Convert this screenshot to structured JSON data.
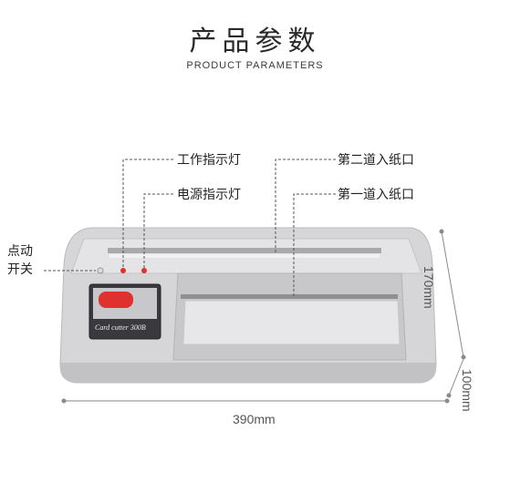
{
  "header": {
    "title": "产品参数",
    "subtitle": "PRODUCT PARAMETERS"
  },
  "callouts": {
    "work_indicator": "工作指示灯",
    "power_indicator": "电源指示灯",
    "jog_switch_line1": "点动",
    "jog_switch_line2": "开关",
    "second_slot": "第二道入纸口",
    "first_slot": "第一道入纸口"
  },
  "dimensions": {
    "width": "390mm",
    "height": "170mm",
    "depth": "100mm"
  },
  "device": {
    "model_label": "Card cutter 300B",
    "color_body": "#cfcfd1",
    "color_accent": "#e03030"
  }
}
